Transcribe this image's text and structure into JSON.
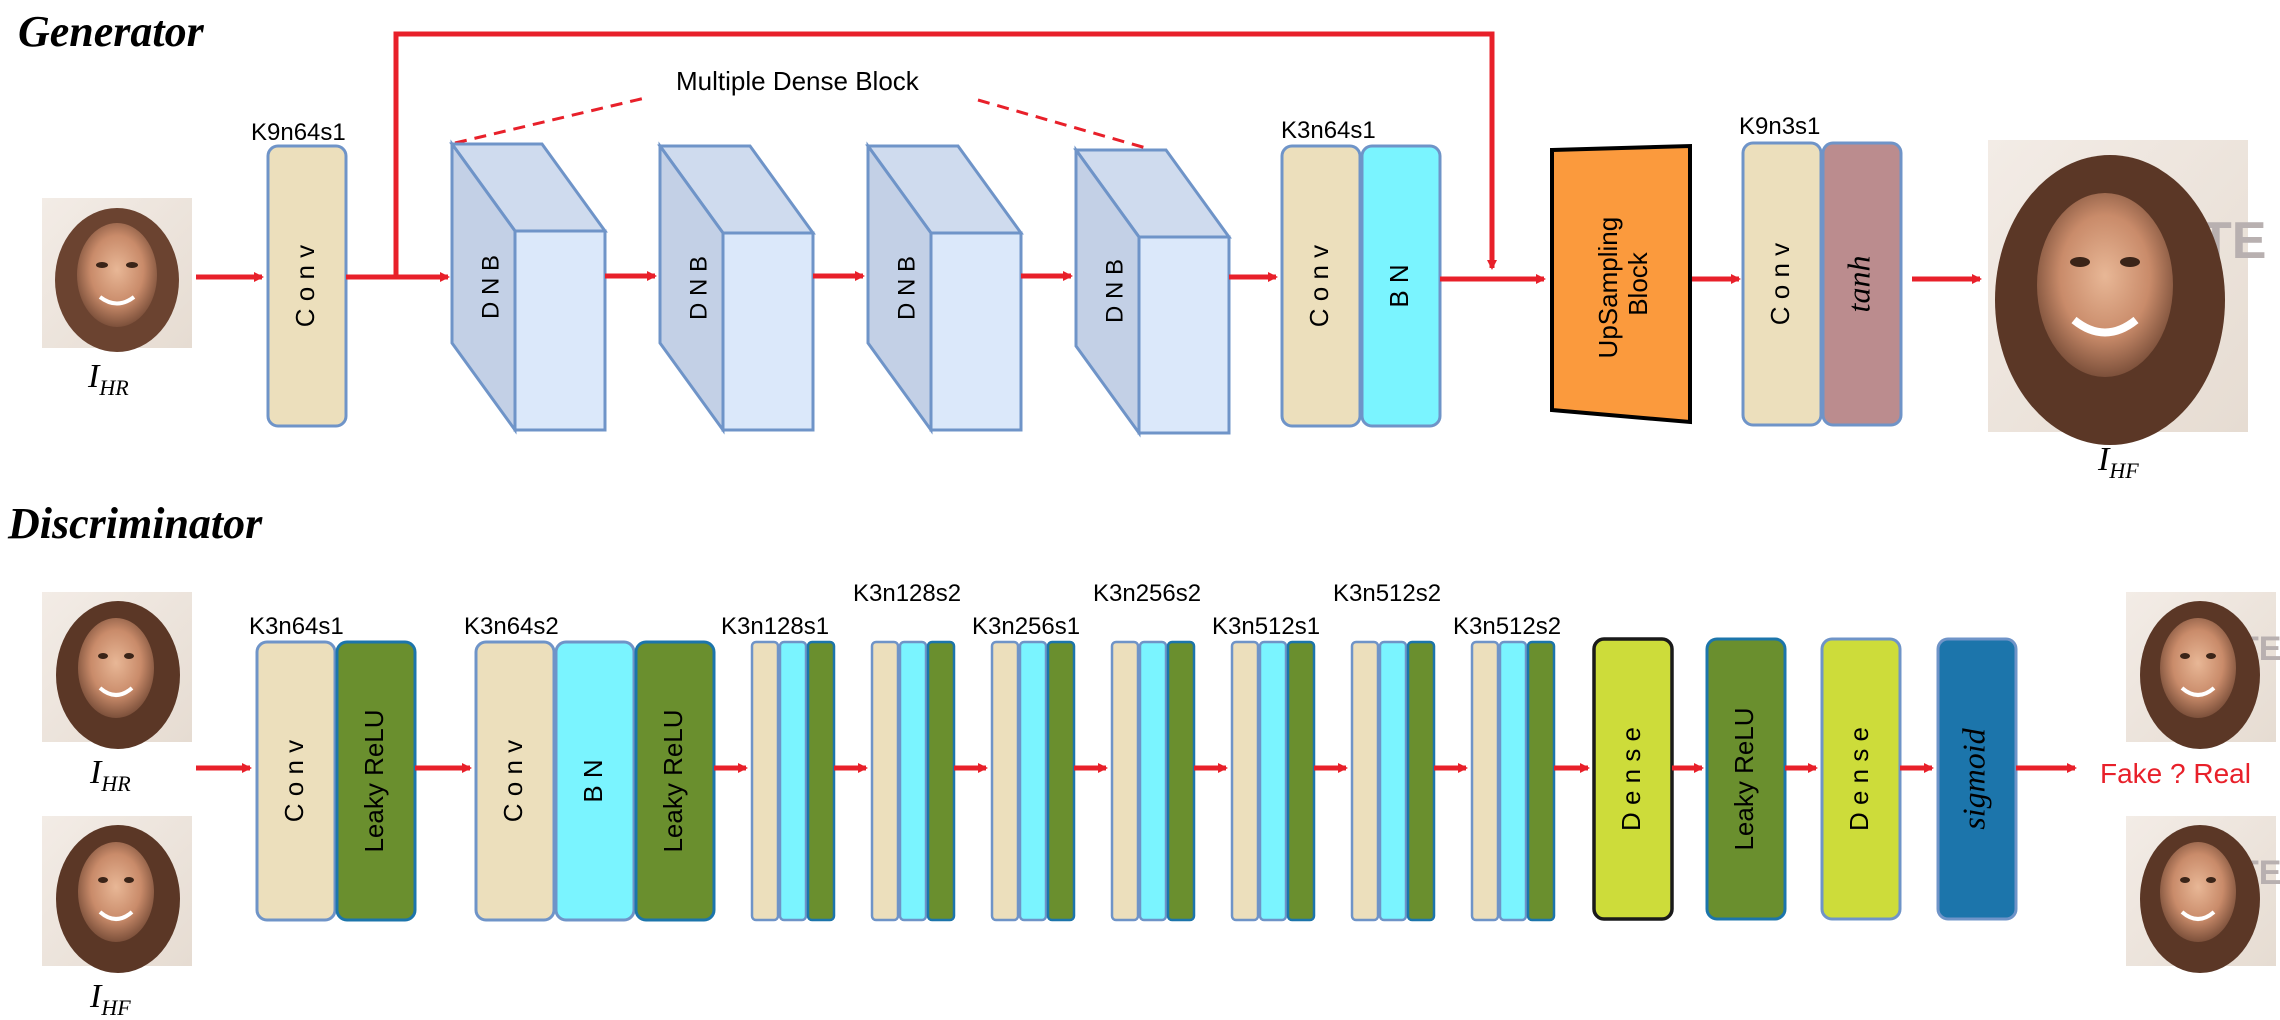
{
  "generator": {
    "title": "Generator",
    "annotation": "Multiple Dense Block",
    "input_label": "I",
    "input_sub": "HR",
    "output_label": "I",
    "output_sub": "HF",
    "conv_first": {
      "param": "K9n64s1",
      "label": "C o n v"
    },
    "dnb_label": "D N B",
    "conv_bn": {
      "param": "K3n64s1",
      "conv": "C o n v",
      "bn": "B N"
    },
    "upsampling": {
      "line1": "UpSampling",
      "line2": "Block"
    },
    "conv_tanh": {
      "param": "K9n3s1",
      "conv": "C o n v",
      "act": "tanh"
    }
  },
  "discriminator": {
    "title": "Discriminator",
    "input1_label": "I",
    "input1_sub": "HR",
    "input2_label": "I",
    "input2_sub": "HF",
    "block1": {
      "param": "K3n64s1",
      "conv": "C o n v",
      "act": "Leaky ReLU"
    },
    "block2": {
      "param": "K3n64s2",
      "conv": "C o n v",
      "bn": "B N",
      "act": "Leaky ReLU"
    },
    "small_params": [
      "K3n128s1",
      "K3n128s2",
      "K3n256s1",
      "K3n256s2",
      "K3n512s1",
      "K3n512s2",
      "K3n512s2"
    ],
    "dense1": "D e n s e",
    "leaky": "Leaky ReLU",
    "dense2": "D e n s e",
    "sigmoid": "sigmoid",
    "output_text": "Fake ? Real"
  },
  "colors": {
    "arrow": "#e8202a",
    "conv_fill": "#ecdfbc",
    "block_stroke": "#6f94c8",
    "bn_fill": "#7af4ff",
    "leaky_fill": "#6a8f2e",
    "dnb_front": "#c3d0e6",
    "dnb_side": "#dbe8fa",
    "dnb_top": "#cfdbee",
    "upsampling_fill": "#fb9a3d",
    "tanh_fill": "#bb8c8e",
    "dense_fill": "#cddc3a",
    "sigmoid_fill": "#1c75ab"
  }
}
